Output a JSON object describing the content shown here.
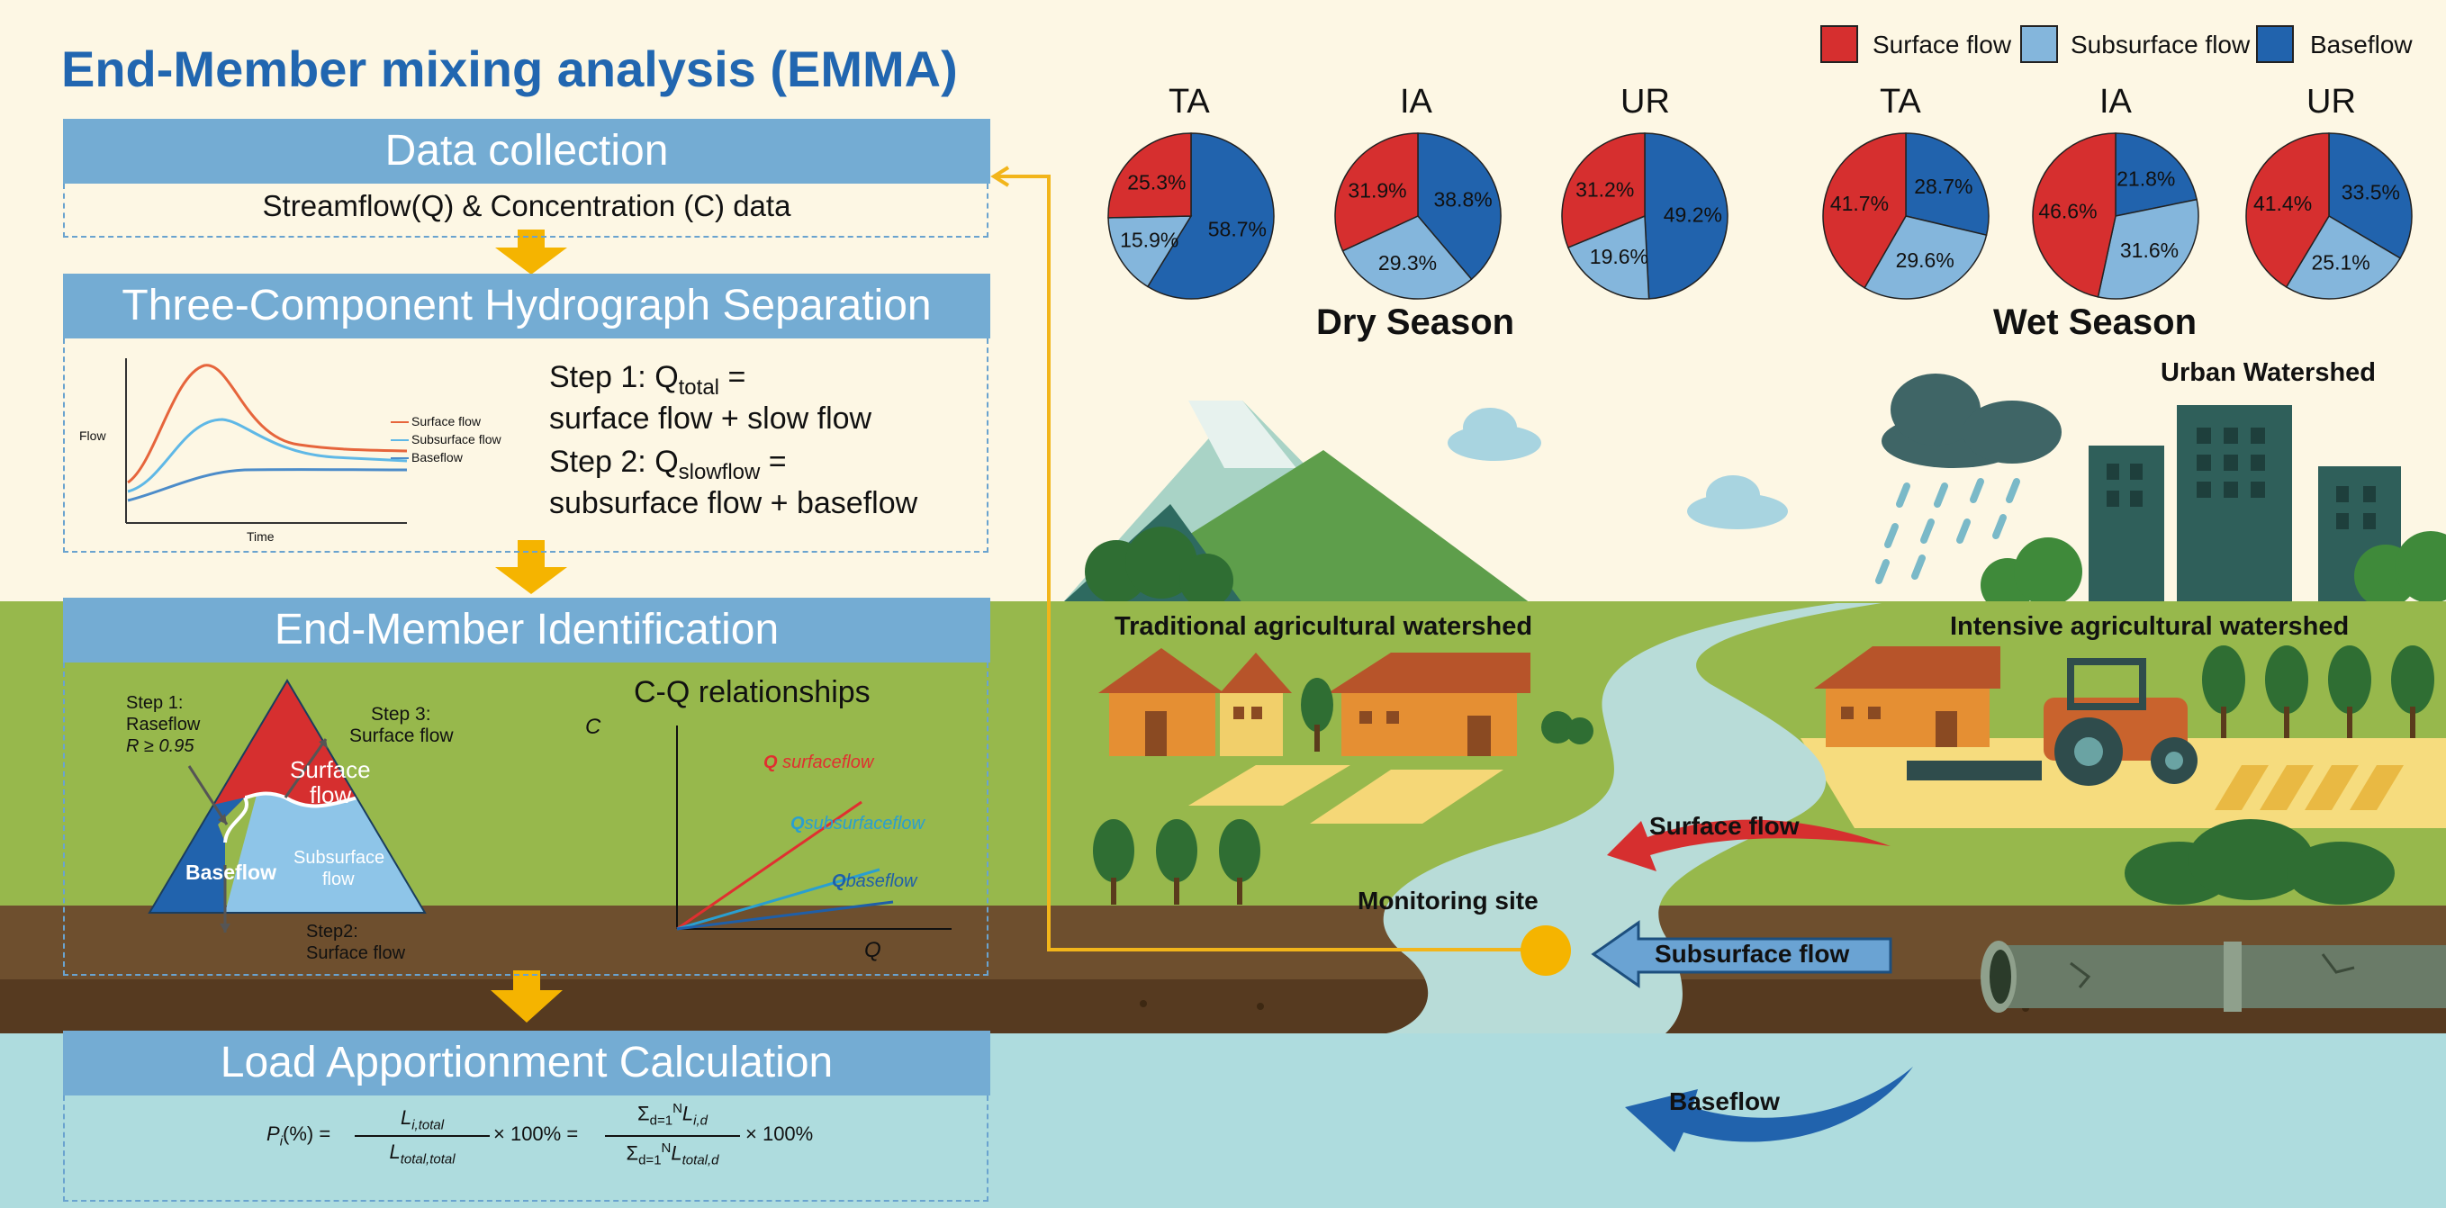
{
  "title": "End-Member mixing analysis (EMMA)",
  "steps": {
    "data_collection": {
      "header": "Data collection",
      "body": "Streamflow(Q) & Concentration (C) data"
    },
    "separation": {
      "header": "Three-Component Hydrograph Separation",
      "graph": {
        "ylabel": "Flow",
        "xlabel": "Time",
        "legend": [
          "Surface flow",
          "Subsurface flow",
          "Baseflow"
        ]
      },
      "step1_a": "Step 1: Q",
      "step1_sub": "total",
      "step1_b": " =",
      "step1_line2": "surface flow + slow flow",
      "step2_a": "Step 2: Q",
      "step2_sub": "slowflow",
      "step2_b": " =",
      "step2_line2": "subsurface flow + baseflow"
    },
    "identification": {
      "header": "End-Member Identification",
      "triangle": {
        "surface": [
          "Surface",
          "flow"
        ],
        "subsurface": [
          "Subsurface",
          "flow"
        ],
        "baseflow": "Baseflow",
        "step1": [
          "Step 1:",
          "Raseflow",
          "R ≥ 0.95"
        ],
        "step3": [
          "Step 3:",
          "Surface flow"
        ],
        "step2": [
          "Step2:",
          "Surface flow"
        ]
      },
      "cq": {
        "title": "C-Q relationships",
        "y": "C",
        "x": "Q",
        "lines": [
          {
            "label_q": "Q",
            "label": " surfaceflow",
            "color": "#e03030"
          },
          {
            "label_q": "Q",
            "label": "subsurfaceflow",
            "color": "#2a9fd0"
          },
          {
            "label_q": "Q",
            "label": "baseflow",
            "color": "#1f5fa8"
          }
        ]
      }
    },
    "load": {
      "header": "Load Apportionment Calculation",
      "formula": {
        "lhs": "P",
        "lhs_sub": "i",
        "lhs_rest": "(%) =",
        "num1": "L",
        "num1_sub": "i,total",
        "den1": "L",
        "den1_sub": "total,total",
        "times": "× 100% =",
        "sum_sym": "Σ",
        "sum_sub": "d=1",
        "sum_sup": "N",
        "num2": "L",
        "num2_sub": "i,d",
        "den2": "L",
        "den2_sub": "total,d",
        "times2": "× 100%"
      }
    }
  },
  "legend": [
    {
      "label": "Surface flow",
      "color": "#d62f2f"
    },
    {
      "label": "Subsurface flow",
      "color": "#84b6dc"
    },
    {
      "label": "Baseflow",
      "color": "#2163ad"
    }
  ],
  "seasons": [
    {
      "name": "Dry Season",
      "pies": [
        {
          "label": "TA",
          "values": {
            "surface": 25.3,
            "subsurface": 15.9,
            "baseflow": 58.7
          },
          "text": [
            "25.3%",
            "15.9%",
            "58.7%"
          ]
        },
        {
          "label": "IA",
          "values": {
            "surface": 31.9,
            "subsurface": 29.3,
            "baseflow": 38.8
          },
          "text": [
            "31.9%",
            "29.3%",
            "38.8%"
          ]
        },
        {
          "label": "UR",
          "values": {
            "surface": 31.2,
            "subsurface": 19.6,
            "baseflow": 49.2
          },
          "text": [
            "31.2%",
            "19.6%",
            "49.2%"
          ]
        }
      ]
    },
    {
      "name": "Wet Season",
      "pies": [
        {
          "label": "TA",
          "values": {
            "surface": 41.7,
            "subsurface": 29.6,
            "baseflow": 28.7
          },
          "text": [
            "41.7%",
            "29.6%",
            "28.7%"
          ]
        },
        {
          "label": "IA",
          "values": {
            "surface": 46.6,
            "subsurface": 31.6,
            "baseflow": 21.8
          },
          "text": [
            "46.6%",
            "31.6%",
            "21.8%"
          ]
        },
        {
          "label": "UR",
          "values": {
            "surface": 41.4,
            "subsurface": 25.1,
            "baseflow": 33.5
          },
          "text": [
            "41.4%",
            "25.1%",
            "33.5%"
          ]
        }
      ]
    }
  ],
  "scene": {
    "urban": "Urban Watershed",
    "traditional": "Traditional agricultural watershed",
    "intensive": "Intensive agricultural watershed",
    "monitoring": "Monitoring site",
    "surface_flow": "Surface flow",
    "subsurface_flow": "Subsurface flow",
    "baseflow": "Baseflow"
  }
}
